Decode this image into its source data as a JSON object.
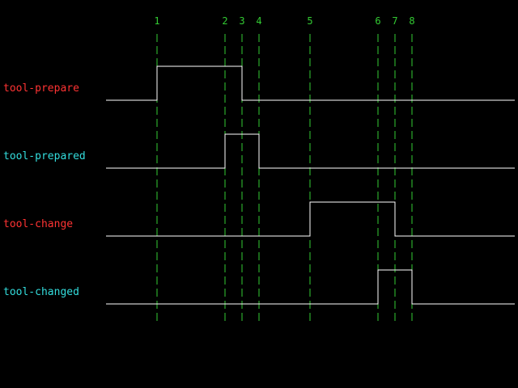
{
  "colors": {
    "background": "#000000",
    "trace": "#ffffff",
    "marker": "#33cc33",
    "label_red": "#ff3333",
    "label_cyan": "#33dddd"
  },
  "markers": [
    {
      "label": "1",
      "event": 1
    },
    {
      "label": "2",
      "event": 2
    },
    {
      "label": "3",
      "event": 3
    },
    {
      "label": "4",
      "event": 4
    },
    {
      "label": "5",
      "event": 5
    },
    {
      "label": "6",
      "event": 6
    },
    {
      "label": "7",
      "event": 7
    },
    {
      "label": "8",
      "event": 8
    }
  ],
  "signals": [
    {
      "name": "tool-prepare",
      "label_color": "red",
      "high": [
        [
          1,
          3
        ]
      ]
    },
    {
      "name": "tool-prepared",
      "label_color": "cyan",
      "high": [
        [
          2,
          4
        ]
      ]
    },
    {
      "name": "tool-change",
      "label_color": "red",
      "high": [
        [
          5,
          7
        ]
      ]
    },
    {
      "name": "tool-changed",
      "label_color": "cyan",
      "high": [
        [
          6,
          8
        ]
      ]
    }
  ]
}
